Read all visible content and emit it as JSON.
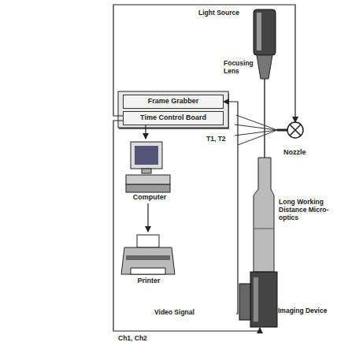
{
  "diagram": {
    "nodes": [
      {
        "text": [
          "Frame Grabber"
        ]
      },
      {
        "text": [
          "Time Control Board"
        ]
      },
      {
        "text": [
          "Computer"
        ]
      },
      {
        "text": [
          "Printer"
        ]
      },
      {
        "text": [
          "Light Source"
        ]
      },
      {
        "text": [
          "Nozzle"
        ]
      },
      {
        "text": [
          "Imaging Device"
        ]
      }
    ],
    "edges": [
      {
        "from": 1,
        "to": 2,
        "arrow": "to"
      },
      {
        "from": 2,
        "to": 3,
        "arrow": "to"
      },
      {
        "from": 6,
        "to": 0,
        "label": "Video Signal",
        "arrow": "to"
      },
      {
        "from": 1,
        "to": 5,
        "arrow": "to"
      },
      {
        "from": 1,
        "to": 6,
        "label": "Ch1, Ch2",
        "arrow": "to"
      }
    ],
    "labels": [
      "Focusing Lens",
      "T1, T2",
      "Long Working Distance Micro-optics"
    ]
  }
}
